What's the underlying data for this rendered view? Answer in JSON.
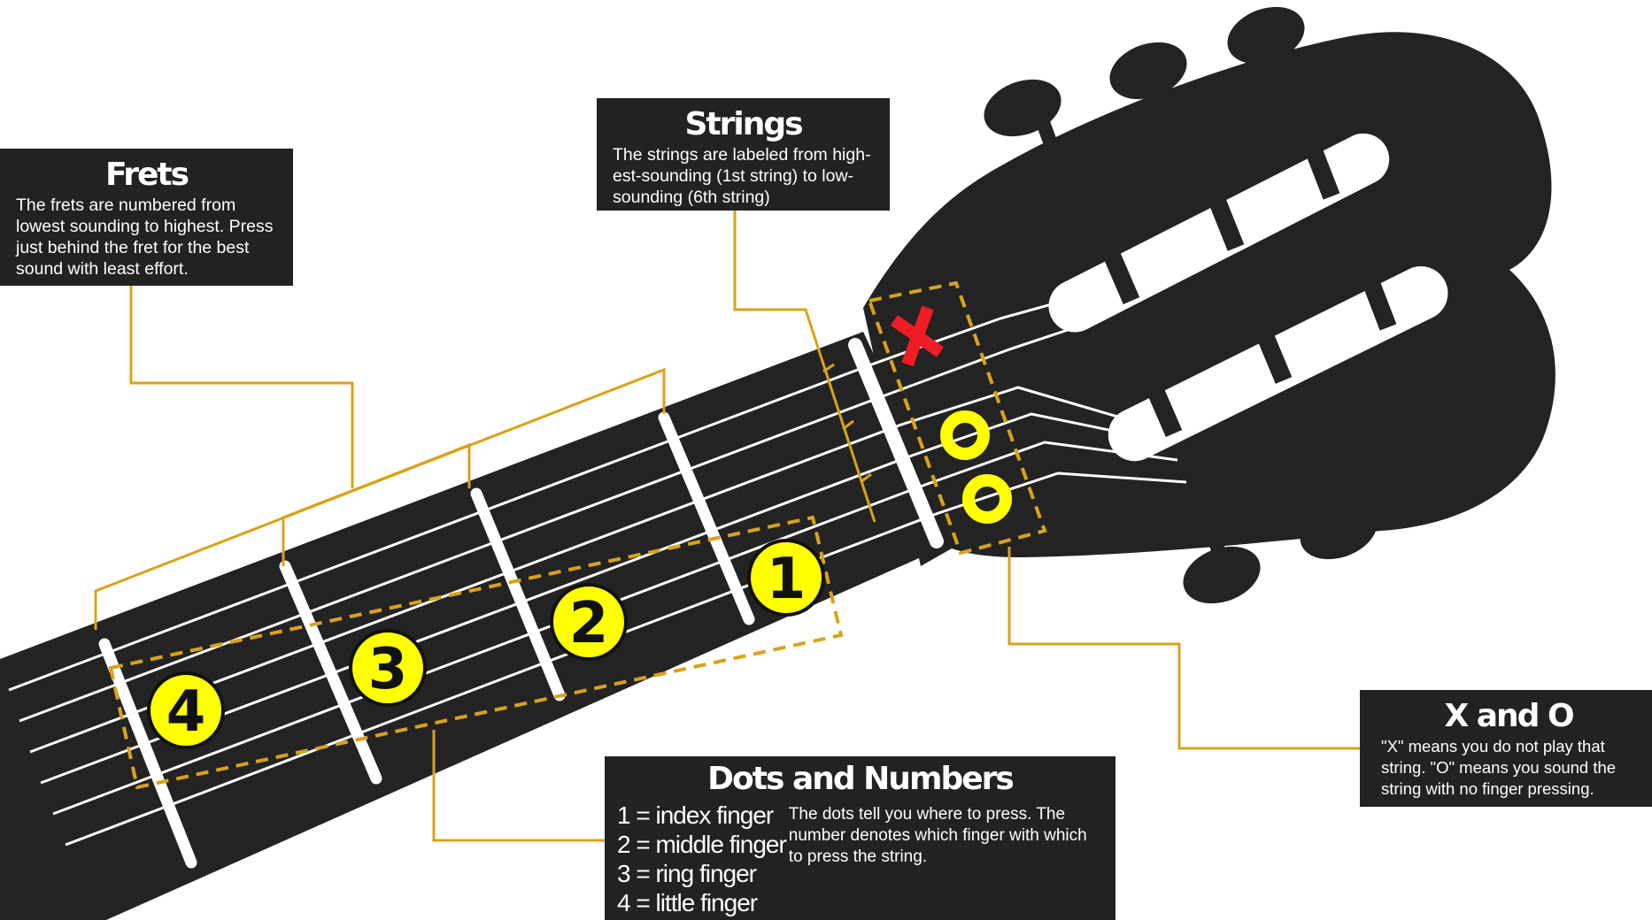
{
  "callouts": {
    "frets": {
      "title": "Frets",
      "body": "The frets are numbered from lowest sounding to highest. Press just behind the fret for the best sound with least effort."
    },
    "strings": {
      "title": "Strings",
      "body": "The strings are labeled from high-est-sounding (1st string) to low-sounding (6th string)"
    },
    "x_and_o": {
      "title": "X and O",
      "body": "\"X\" means you do not play that string. \"O\" means you sound the string with no finger pressing."
    },
    "dots": {
      "title": "Dots and Numbers",
      "fingers": [
        "1 = index finger",
        "2 = middle finger",
        "3 = ring finger",
        "4 = little finger"
      ],
      "body": "The dots tell you where to press. The number denotes which finger with which to press the string."
    }
  },
  "markers": {
    "dots": [
      "1",
      "2",
      "3",
      "4"
    ],
    "muted": "X",
    "open": "O"
  },
  "colors": {
    "neck": "#232323",
    "callout_line": "#d9a21b",
    "dot": "#ffff00",
    "x_mark": "#ee1c24",
    "text_box": "#222222"
  }
}
